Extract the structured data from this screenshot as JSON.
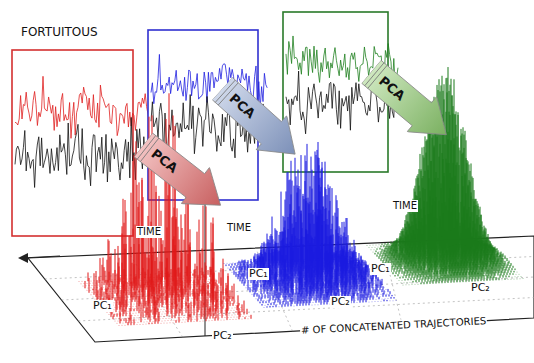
{
  "diagram": {
    "nodes": [
      {
        "text": [
          "PCA"
        ]
      },
      {
        "text": [
          "PCA"
        ]
      },
      {
        "text": [
          "PCA"
        ]
      }
    ],
    "labels": [
      "FORTUITOUS",
      "TIME",
      "TIME",
      "TIME",
      "PC₁",
      "PC₂",
      "PC₁",
      "PC₂",
      "PC₁",
      "PC₂",
      "# OF CONCATENATED TRAJECTORIES"
    ]
  }
}
